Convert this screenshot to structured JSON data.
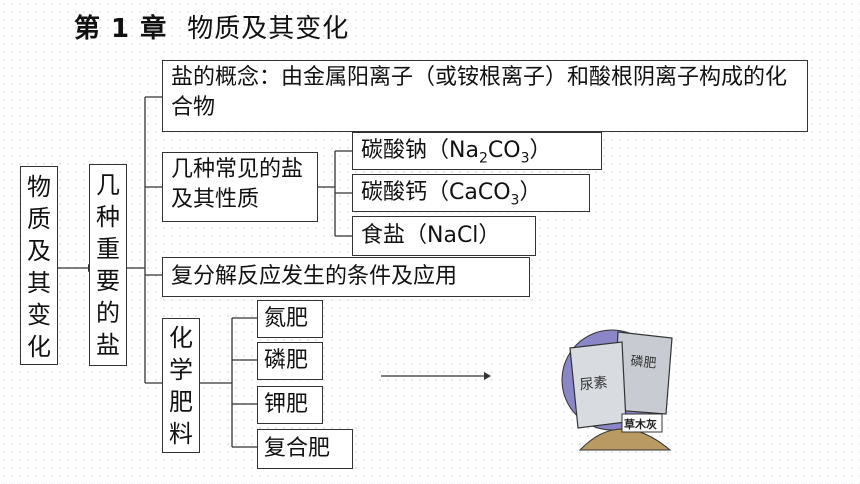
{
  "slide": {
    "chapter": "第 1 章",
    "chapter_title": "物质及其变化",
    "root": "物质及其变化",
    "level1": "几种重要的盐",
    "concept": "盐的概念：由金属阳离子（或铵根离子）和酸根阴离子构成的化合物",
    "common_salts": "几种常见的盐及其性质",
    "na2co3_prefix": "碳酸钠（Na",
    "na2co3_sub1": "2",
    "na2co3_mid": "CO",
    "na2co3_sub2": "3",
    "na2co3_suffix": "）",
    "caco3_prefix": "碳酸钙（CaCO",
    "caco3_sub": "3",
    "caco3_suffix": "）",
    "nacl": "食盐（NaCl）",
    "double_decomp": "复分解反应发生的条件及应用",
    "fertilizer": "化学肥料",
    "nitrogen": "氮肥",
    "phosphorus": "磷肥",
    "potassium": "钾肥",
    "compound": "复合肥",
    "bag_urea": "尿素",
    "bag_phos": "磷肥",
    "bag_ash": "草木灰"
  },
  "colors": {
    "line": "#333333",
    "bag": "#cfd2d8",
    "sand": "#b99a63",
    "sky": "#8a86c8"
  }
}
